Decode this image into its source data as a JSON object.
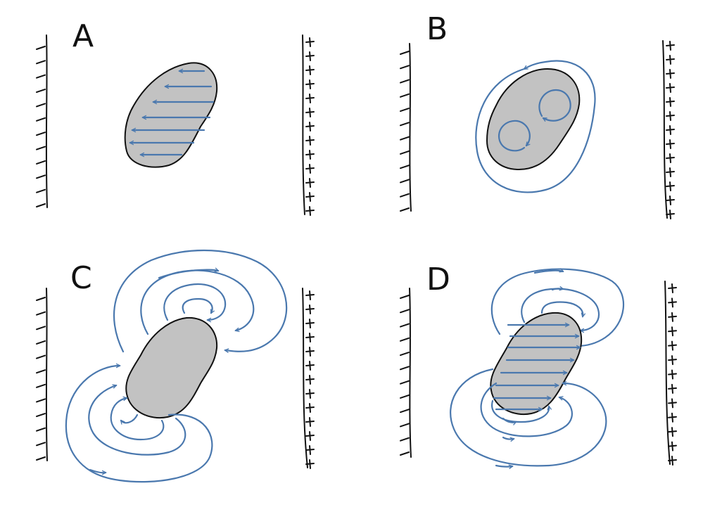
{
  "colors": {
    "field_line": "#4a78ae",
    "particle_fill": "#c2c2c2",
    "ink": "#111111"
  },
  "panels": [
    {
      "id": "A",
      "label": "A",
      "description_symbols": {
        "left_plate": "-",
        "right_plate": "+"
      }
    },
    {
      "id": "B",
      "label": "B",
      "description_symbols": {
        "left_plate": "-",
        "right_plate": "+"
      }
    },
    {
      "id": "C",
      "label": "C",
      "description_symbols": {
        "left_plate": "-",
        "right_plate": "+"
      }
    },
    {
      "id": "D",
      "label": "D",
      "description_symbols": {
        "left_plate": "-",
        "right_plate": "+"
      }
    }
  ]
}
